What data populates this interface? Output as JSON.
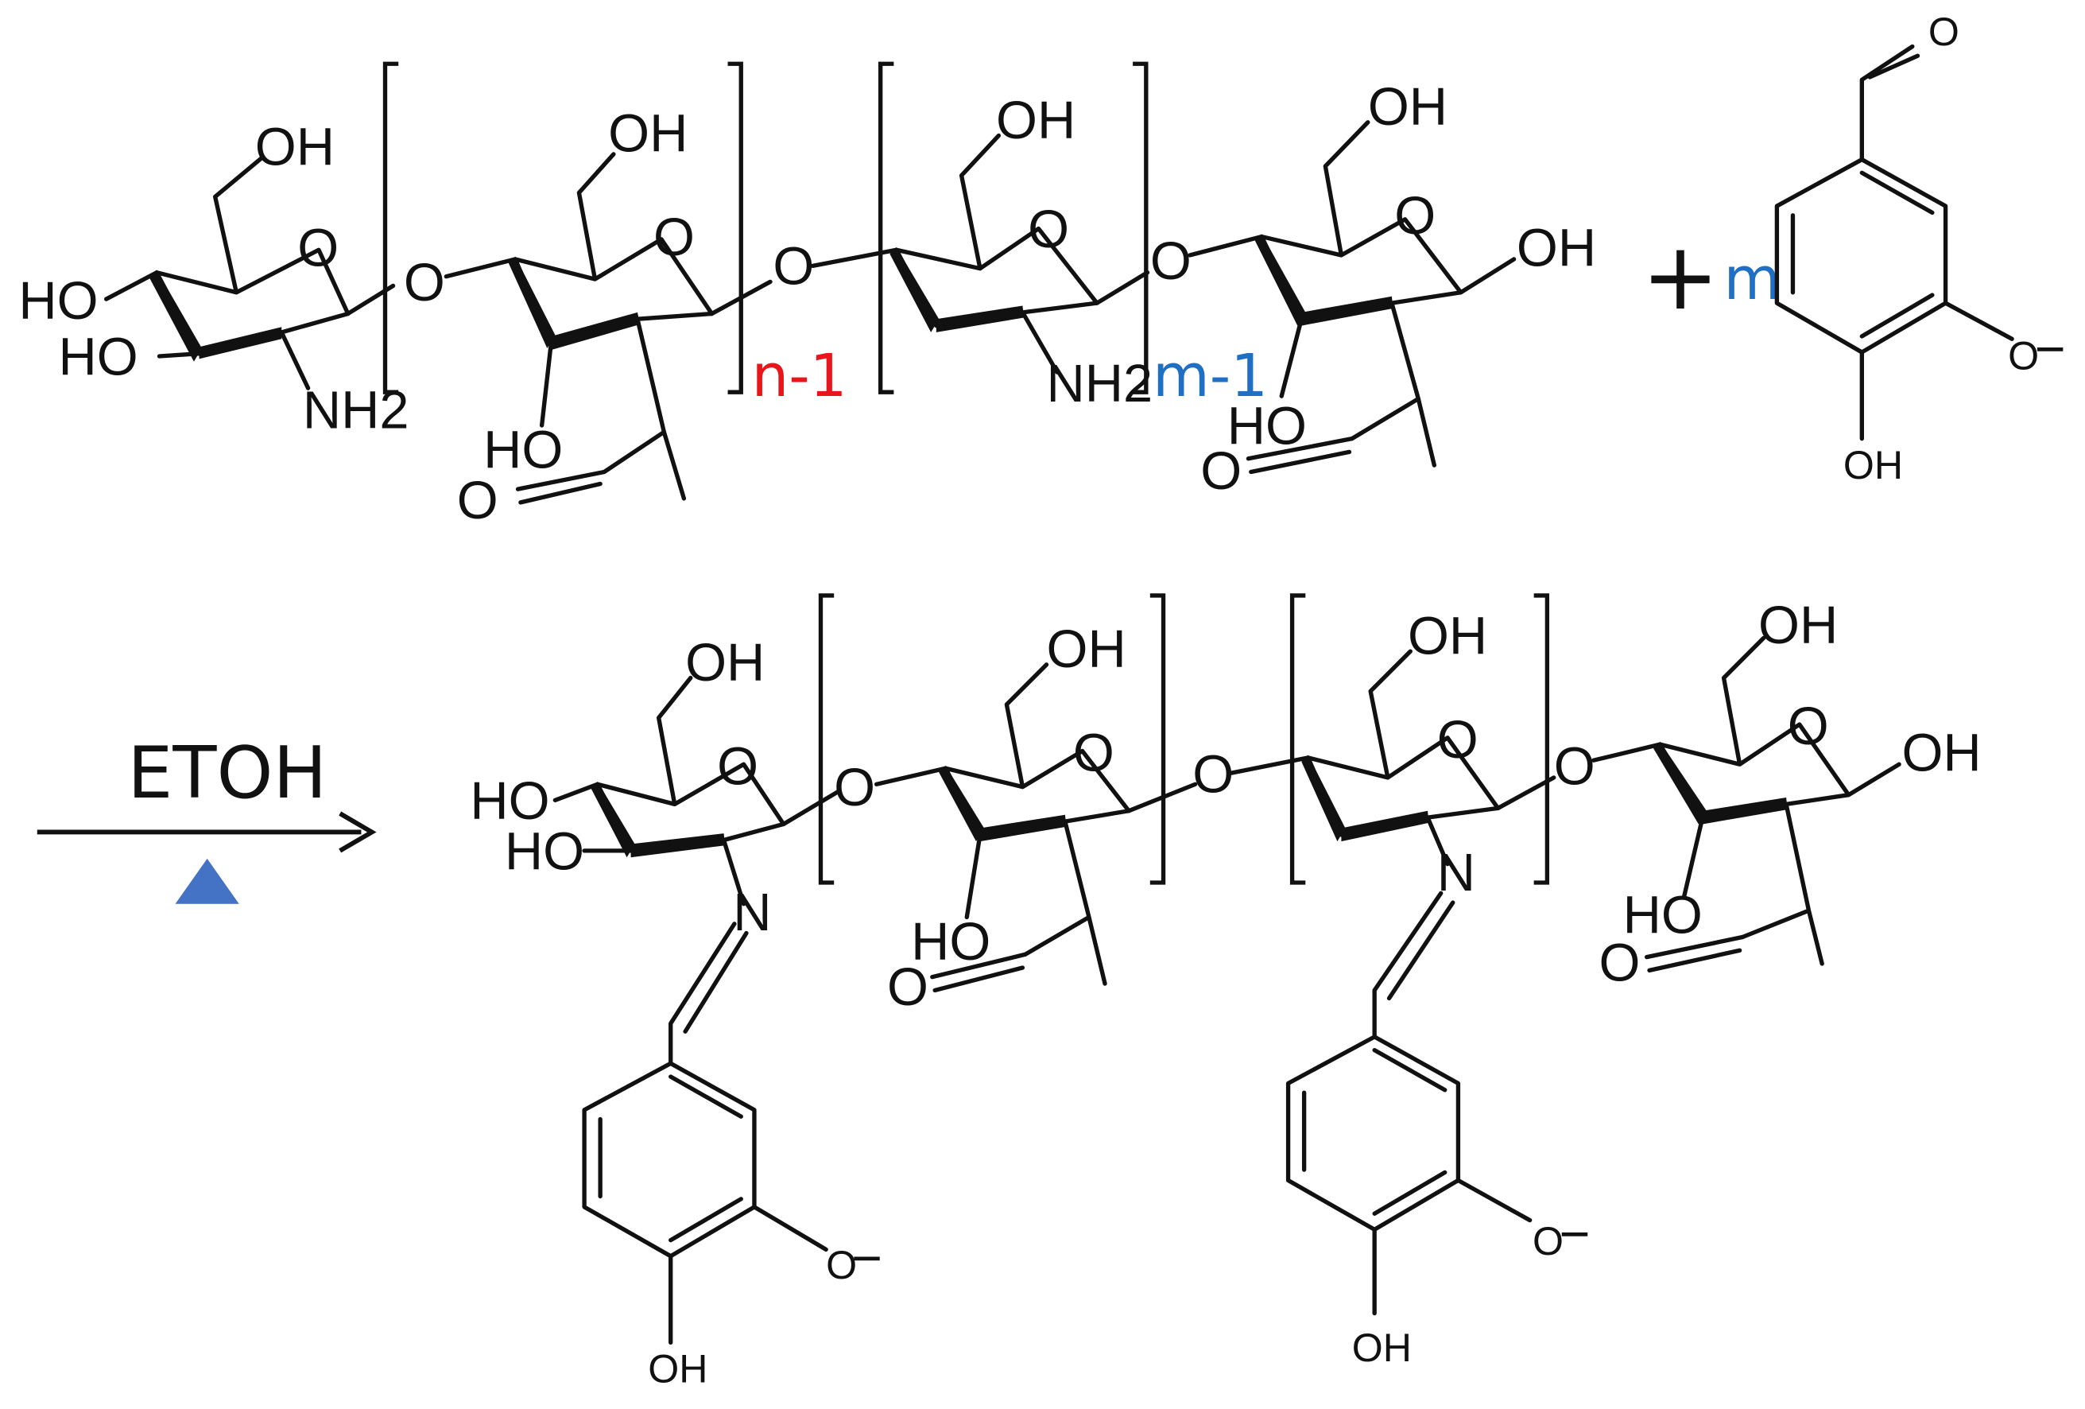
{
  "colors": {
    "ink": "#111111",
    "index_n": "#e8161b",
    "index_m": "#1f6fc5",
    "heat_symbol": "#4472c4",
    "charge": "#1b2f6e"
  },
  "reactant_polymer": {
    "atoms": {
      "oh_c6_unit1": "OH",
      "ho_c4_unit1": "HO",
      "ho_c3_unit1": "HO",
      "nh2_unit1": "NH2",
      "ring_o_unit1": "O",
      "glycosidic_o1": "O",
      "oh_c6_unit2": "OH",
      "ring_o_unit2": "O",
      "ho_unit2": "HO",
      "carbonyl_o_unit2": "O",
      "glycosidic_o2": "O",
      "oh_c6_unit3": "OH",
      "ring_o_unit3": "O",
      "nh2_unit3": "NH2",
      "glycosidic_o3": "O",
      "oh_c6_unit4": "OH",
      "ring_o_unit4": "O",
      "oh_c1_unit4": "OH",
      "ho_unit4": "HO",
      "carbonyl_o_unit4": "O"
    },
    "repeat_index_n": "n-1",
    "repeat_index_m": "m-1"
  },
  "plus_sign": "+",
  "vanillin": {
    "coefficient": "m",
    "aldehyde_o": "O",
    "phenol_oh": "OH",
    "methoxy_o": "O",
    "methoxy_charge": "−"
  },
  "reaction_arrow": {
    "solvent": "ETOH",
    "heat_icon": "triangle-icon"
  },
  "product_polymer": {
    "atoms": {
      "oh_c6_unit1": "OH",
      "ho_c4_unit1": "HO",
      "ho_c3_unit1": "HO",
      "ring_o_unit1": "O",
      "imine_n_unit1": "N",
      "glycosidic_o1": "O",
      "oh_c6_unit2": "OH",
      "ring_o_unit2": "O",
      "ho_unit2": "HO",
      "carbonyl_o_unit2": "O",
      "glycosidic_o2": "O",
      "oh_c6_unit3": "OH",
      "ring_o_unit3": "O",
      "imine_n_unit3": "N",
      "glycosidic_o3": "O",
      "oh_c6_unit4": "OH",
      "ring_o_unit4": "O",
      "oh_c1_unit4": "OH",
      "ho_unit4": "HO",
      "carbonyl_o_unit4": "O"
    },
    "aryl1": {
      "methoxy_o": "O",
      "methoxy_charge": "−",
      "phenol_oh": "OH"
    },
    "aryl2": {
      "methoxy_o": "O",
      "methoxy_charge": "−",
      "phenol_oh": "OH"
    }
  }
}
